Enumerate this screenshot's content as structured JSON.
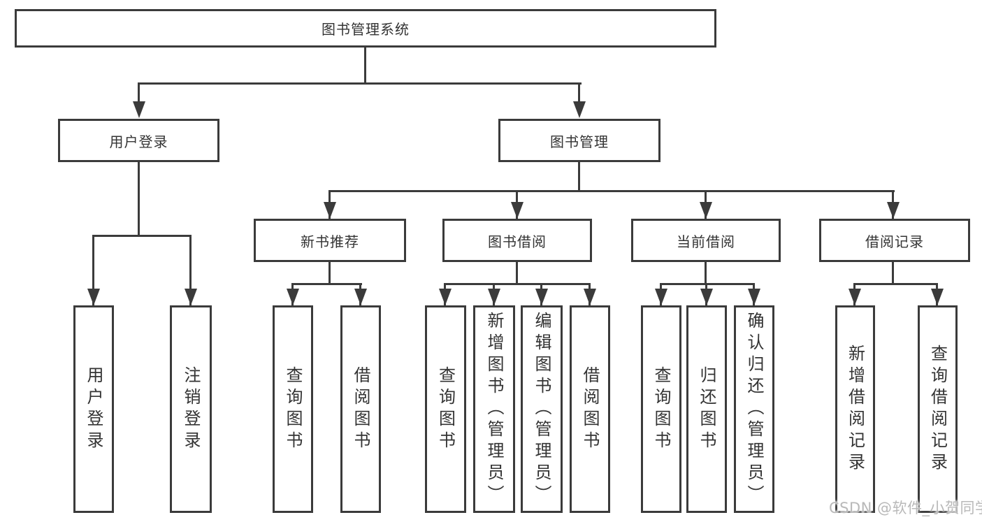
{
  "tree": {
    "root": {
      "label": "图书管理系统"
    },
    "branches": [
      {
        "label": "用户登录",
        "children": [
          {
            "label": "用户登录"
          },
          {
            "label": "注销登录"
          }
        ]
      },
      {
        "label": "图书管理",
        "sections": [
          {
            "label": "新书推荐",
            "children": [
              {
                "label": "查询图书"
              },
              {
                "label": "借阅图书"
              }
            ]
          },
          {
            "label": "图书借阅",
            "children": [
              {
                "label": "查询图书"
              },
              {
                "label": "新增图书（管理员）"
              },
              {
                "label": "编辑图书（管理员）"
              },
              {
                "label": "借阅图书"
              }
            ]
          },
          {
            "label": "当前借阅",
            "children": [
              {
                "label": "查询图书"
              },
              {
                "label": "归还图书"
              },
              {
                "label": "确认归还（管理员）"
              }
            ]
          },
          {
            "label": "借阅记录",
            "children": [
              {
                "label": "新增借阅记录"
              },
              {
                "label": "查询借阅记录"
              }
            ]
          }
        ]
      }
    ]
  },
  "watermark": {
    "text": "CSDN @软件_小贺同学"
  },
  "colors": {
    "line": "#3b3b3b",
    "text": "#333333",
    "background": "#ffffff",
    "watermark": "#b9b9b9"
  }
}
